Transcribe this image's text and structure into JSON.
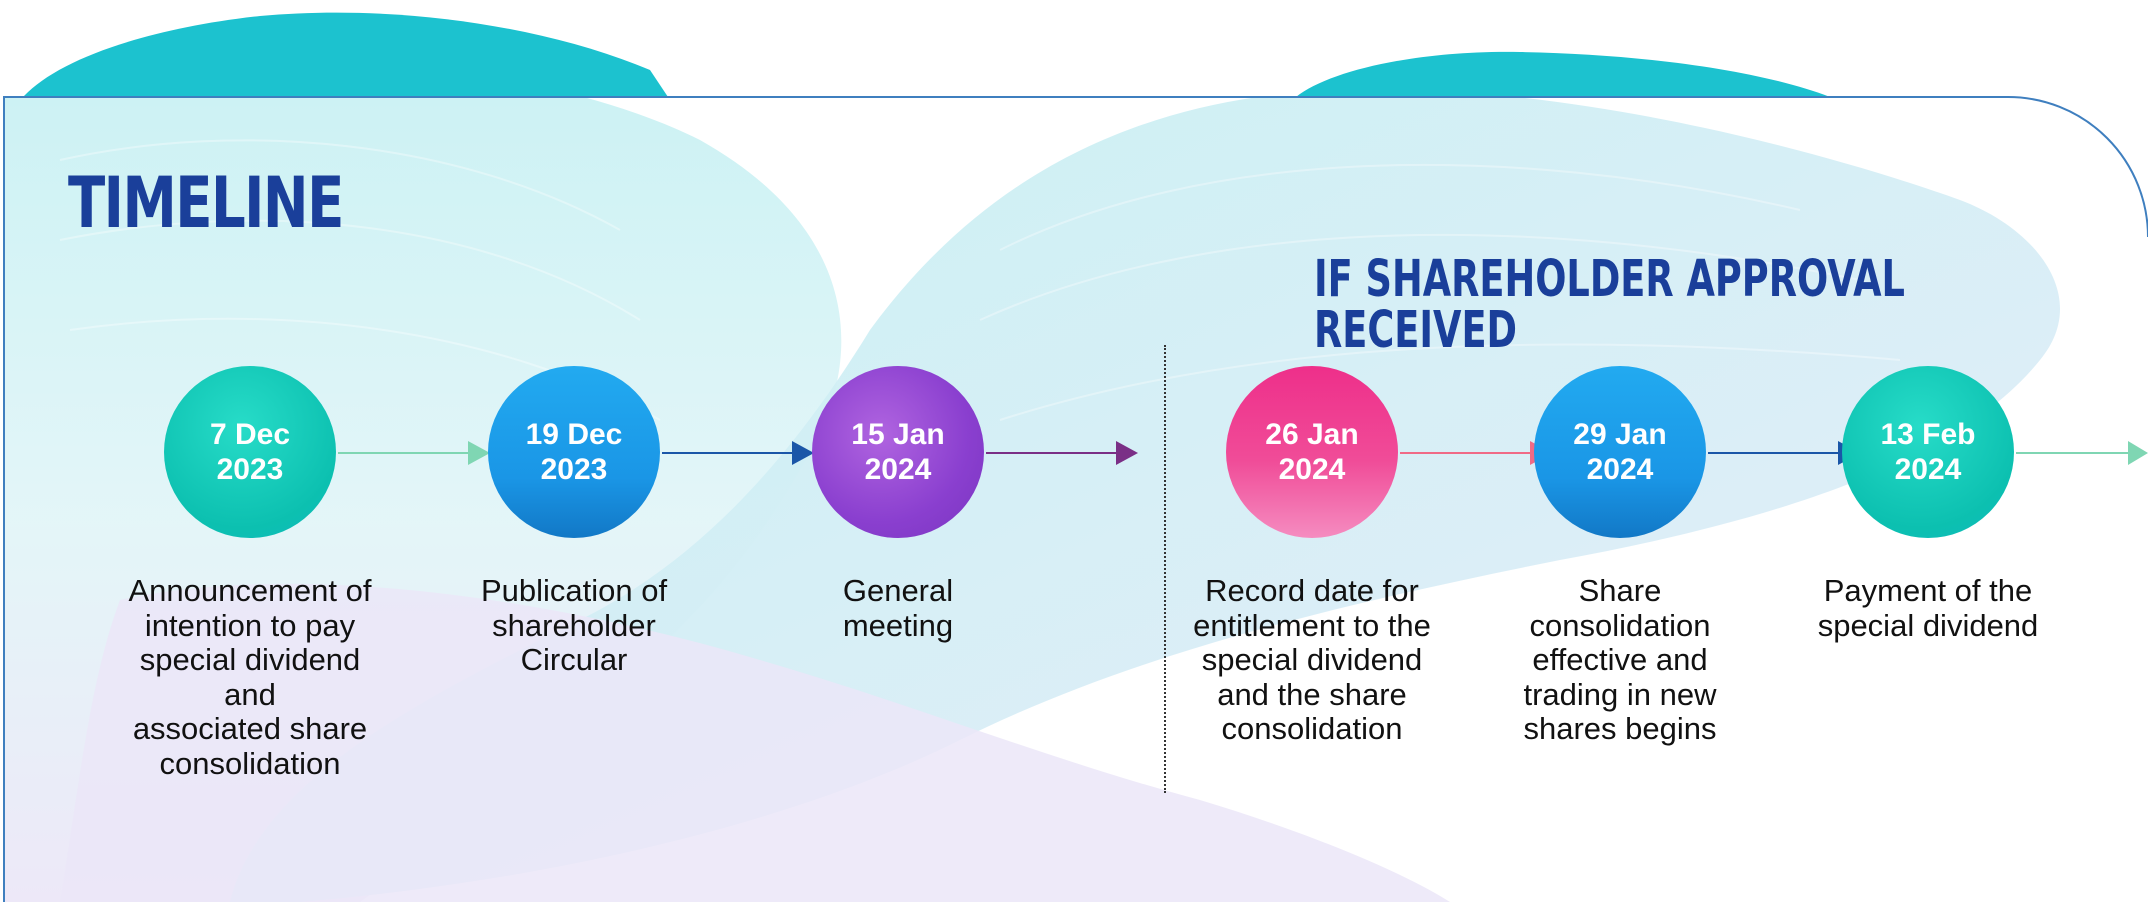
{
  "title": "TIMELINE",
  "subtitle": "IF SHAREHOLDER APPROVAL RECEIVED",
  "colors": {
    "heading": "#1a3f9a",
    "frame": "#3f7fbf",
    "teal": "#12c9b4",
    "blue": "#1a8fe0",
    "purple": "#8a3fcf",
    "pink": "#ee3d96",
    "arrow_green": "#7fd6b3",
    "arrow_blue": "#1a56a8",
    "arrow_purple": "#7a2f86",
    "arrow_pink": "#f06a86"
  },
  "events": [
    {
      "day": "7 Dec",
      "year": "2023",
      "style": "teal",
      "description": [
        "Announcement of",
        "intention to pay",
        "special dividend and",
        "associated share",
        "consolidation"
      ]
    },
    {
      "day": "19 Dec",
      "year": "2023",
      "style": "blue",
      "description": [
        "Publication of",
        "shareholder",
        "Circular"
      ]
    },
    {
      "day": "15 Jan",
      "year": "2024",
      "style": "purple",
      "description": [
        "General",
        "meeting"
      ]
    },
    {
      "day": "26 Jan",
      "year": "2024",
      "style": "pink",
      "description": [
        "Record date for",
        "entitlement to the",
        "special dividend",
        "and the share",
        "consolidation"
      ]
    },
    {
      "day": "29 Jan",
      "year": "2024",
      "style": "blue",
      "description": [
        "Share",
        "consolidation",
        "effective and",
        "trading in new",
        "shares begins"
      ]
    },
    {
      "day": "13 Feb",
      "year": "2024",
      "style": "teal",
      "description": [
        "Payment of the",
        "special dividend"
      ]
    }
  ]
}
